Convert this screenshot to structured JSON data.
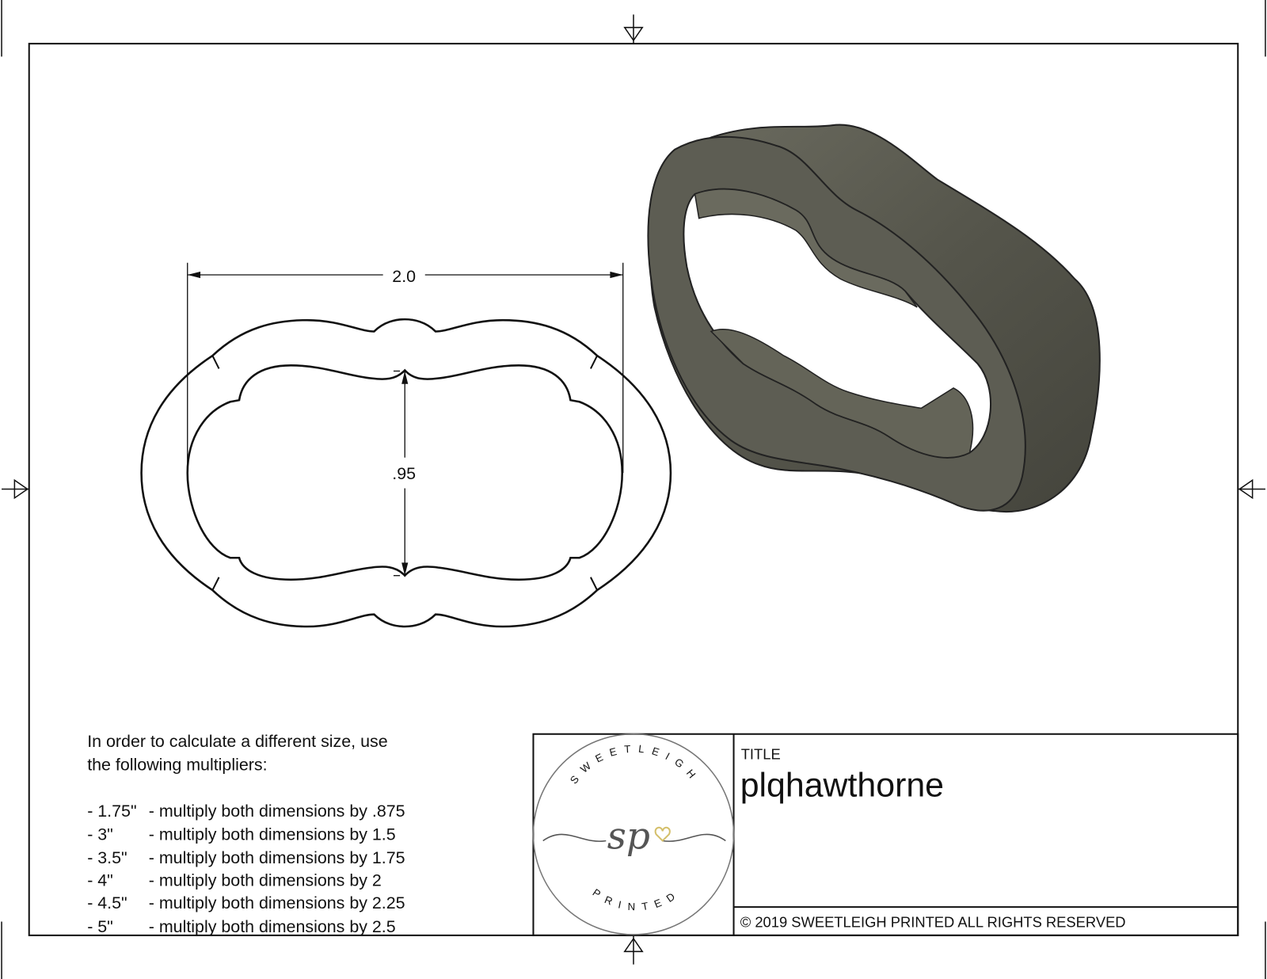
{
  "dimensions": {
    "width_label": "2.0",
    "height_label": ".95"
  },
  "instructions": {
    "line1": "In order to calculate a different size, use",
    "line2": "the following multipliers:",
    "multipliers": [
      {
        "size": "- 1.75\"",
        "text": "- multiply both dimensions by .875"
      },
      {
        "size": "- 3\"",
        "text": "- multiply both dimensions by 1.5"
      },
      {
        "size": "- 3.5\"",
        "text": "- multiply both dimensions by 1.75"
      },
      {
        "size": "- 4\"",
        "text": "- multiply both dimensions by 2"
      },
      {
        "size": "- 4.5\"",
        "text": "- multiply both dimensions by 2.25"
      },
      {
        "size": "- 5\"",
        "text": "- multiply both dimensions by 2.5"
      }
    ]
  },
  "title_block": {
    "title_label": "TITLE",
    "title": "plqhawthorne",
    "copyright": "© 2019  SWEETLEIGH PRINTED  ALL RIGHTS RESERVED"
  },
  "logo": {
    "top_text": "SWEETLEIGH",
    "bottom_text": "PRINTED",
    "monogram": "sp",
    "heart_color": "#d4bf6a"
  },
  "colors": {
    "render_body": "#5a5a50",
    "render_edge": "#2a2a26",
    "line": "#111111"
  }
}
